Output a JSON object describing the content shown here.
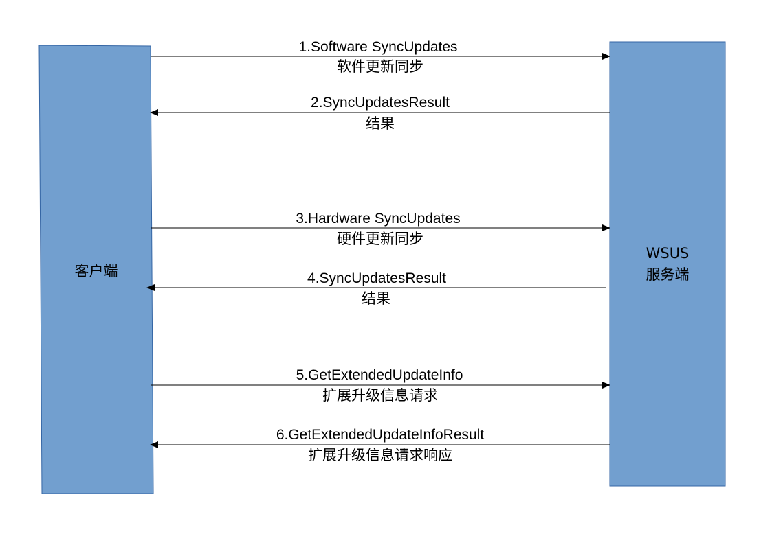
{
  "colors": {
    "lane_fill": "#729fcf",
    "lane_stroke": "#3465a4",
    "arrow": "#000000",
    "text": "#000000"
  },
  "client": {
    "label": "客户端"
  },
  "server": {
    "label_line1": "WSUS",
    "label_line2": "服务端"
  },
  "messages": [
    {
      "title": "1.Software SyncUpdates",
      "subtitle": "软件更新同步",
      "direction": "client-to-server"
    },
    {
      "title": "2.SyncUpdatesResult",
      "subtitle": "结果",
      "direction": "server-to-client"
    },
    {
      "title": "3.Hardware SyncUpdates",
      "subtitle": "硬件更新同步",
      "direction": "client-to-server"
    },
    {
      "title": "4.SyncUpdatesResult",
      "subtitle": "结果",
      "direction": "server-to-client"
    },
    {
      "title": "5.GetExtendedUpdateInfo",
      "subtitle": "扩展升级信息请求",
      "direction": "client-to-server"
    },
    {
      "title": "6.GetExtendedUpdateInfoResult",
      "subtitle": "扩展升级信息请求响应",
      "direction": "server-to-client"
    }
  ]
}
